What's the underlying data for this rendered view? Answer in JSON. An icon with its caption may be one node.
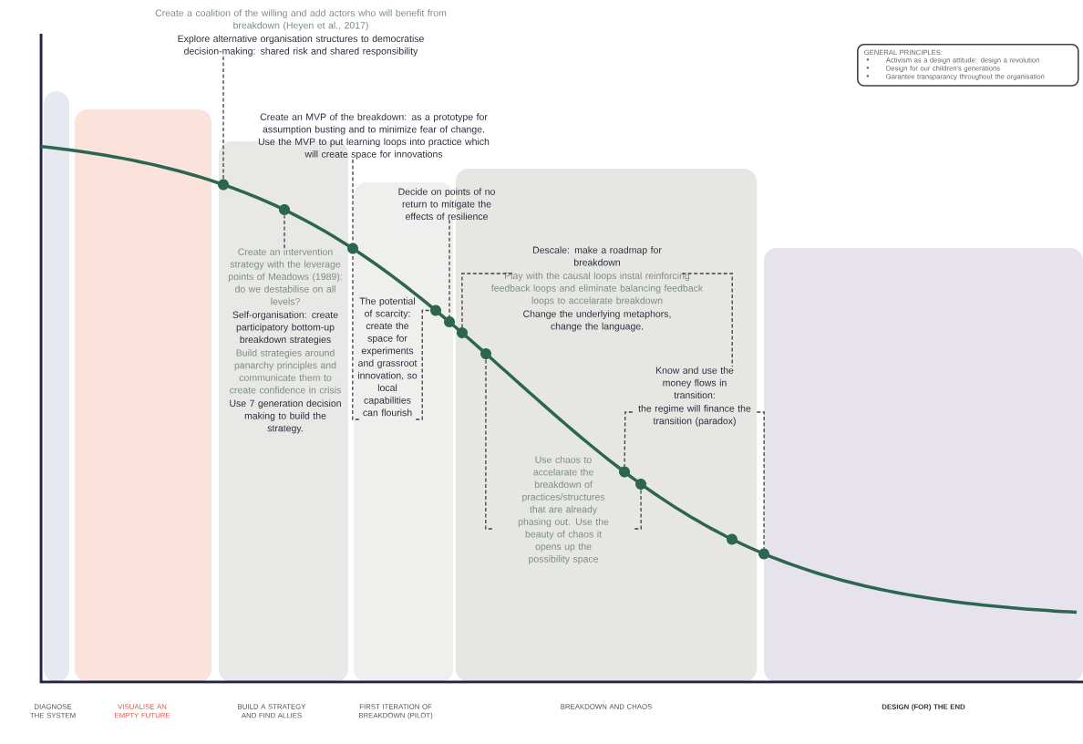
{
  "diagram": {
    "nodes": [
      {
        "text": [
          "Create a coalition of the willing and add actors who will benefit from breakdown (Heyen et al., 2017)",
          "Explore alternative organisation structures to democratise decision-making: shared risk and shared responsibility"
        ]
      },
      {
        "text": [
          "Create an MVP of the breakdown: as a prototype for assumption busting and to minimize fear of change. Use the MVP to put learning loops into practice which will create space for innovations"
        ]
      },
      {
        "text": [
          "Create an intervention strategy with the leverage points of Meadows (1989): do we destabilise on all levels?",
          "Self-organisation: create participatory bottom-up breakdown strategies",
          "Build strategies around panarchy principles and communicate them to create confidence in crisis",
          "Use 7 generation decision making to build the strategy."
        ]
      },
      {
        "text": [
          "The potential of scarcity: create the space for experiments and grassroot innovation, so local capabilities can flourish"
        ]
      },
      {
        "text": [
          "Decide on points of no return to mitigate the effects of resilience"
        ]
      },
      {
        "text": [
          "Descale: make a roadmap for breakdown",
          "Play with the causal loops instal reinforcing feedback loops and eliminate balancing feedback loops to accelarate breakdown",
          "Change the underlying metaphors, change the language."
        ]
      },
      {
        "text": [
          "Use chaos to accelarate the breakdown of practices/structures that are already phasing out. Use the beauty of chaos it opens up the possibility space"
        ]
      },
      {
        "text": [
          "Know and use the money flows in transition:",
          "the regime will finance the transition (paradox)"
        ]
      },
      {
        "text": [
          "GENERAL PRINCIPLES:",
          "Activism as a design attitude: design a revolution",
          "Design for our children's generations",
          "Garantee transparancy throughout the organisation"
        ]
      },
      {
        "text": [],
        "shape": "circle"
      },
      {
        "text": [],
        "shape": "circle"
      },
      {
        "text": [],
        "shape": "circle"
      },
      {
        "text": [],
        "shape": "circle"
      },
      {
        "text": [],
        "shape": "circle"
      },
      {
        "text": [],
        "shape": "circle"
      },
      {
        "text": [],
        "shape": "circle"
      },
      {
        "text": [],
        "shape": "circle"
      },
      {
        "text": [],
        "shape": "circle"
      },
      {
        "text": [],
        "shape": "circle"
      },
      {
        "text": [],
        "shape": "circle"
      }
    ],
    "edges": [
      {
        "from": 0,
        "to": 9,
        "arrow": "none",
        "style": "dashed"
      },
      {
        "from": 1,
        "to": 11,
        "arrow": "none",
        "style": "dashed"
      },
      {
        "from": 2,
        "to": 10,
        "arrow": "none",
        "style": "dashed"
      },
      {
        "from": 3,
        "to": 11,
        "arrow": "none",
        "style": "dashed"
      },
      {
        "from": 3,
        "to": 12,
        "arrow": "none",
        "style": "dashed"
      },
      {
        "from": 4,
        "to": 13,
        "arrow": "none",
        "style": "dashed"
      },
      {
        "from": 5,
        "to": 14,
        "arrow": "none",
        "style": "dashed"
      },
      {
        "from": 5,
        "to": 7,
        "arrow": "none",
        "style": "dashed"
      },
      {
        "from": 6,
        "to": 15,
        "arrow": "none",
        "style": "dashed"
      },
      {
        "from": 6,
        "to": 17,
        "arrow": "none",
        "style": "dashed"
      },
      {
        "from": 7,
        "to": 16,
        "arrow": "none",
        "style": "dashed"
      },
      {
        "from": 7,
        "to": 19,
        "arrow": "none",
        "style": "dashed"
      }
    ],
    "labels": [
      "DIAGNOSE THE SYSTEM",
      "VISUALISE AN EMPTY FUTURE",
      "BUILD A STRATEGY AND FIND ALLIES",
      "FIRST ITERATION OF BREAKDOWN (PILOT)",
      "BREAKDOWN AND CHAOS",
      "DESIGN (FOR) THE END"
    ]
  }
}
